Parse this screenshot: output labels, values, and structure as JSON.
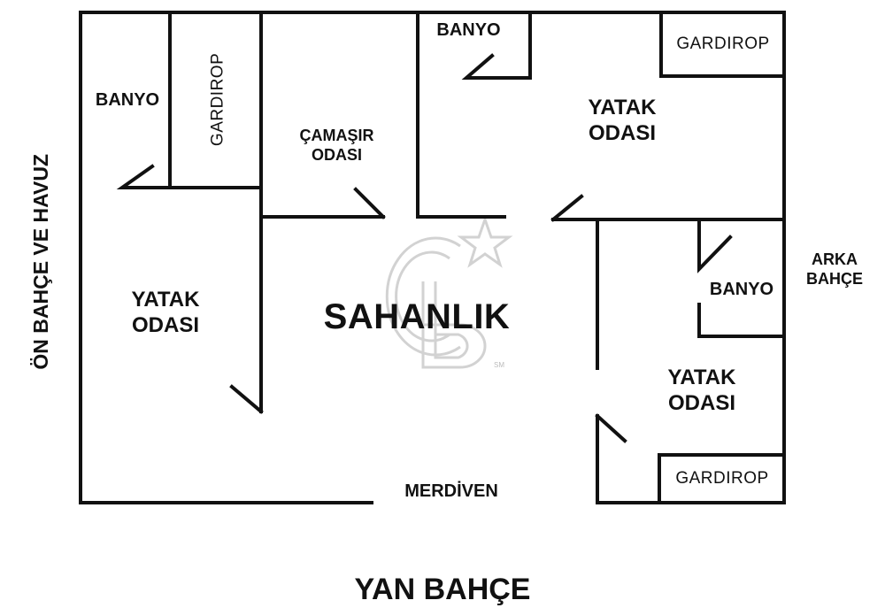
{
  "rooms": {
    "banyo_left": "BANYO",
    "gardirop_left": "GARDIROP",
    "camasir": [
      "ÇAMAŞIR",
      "ODASI"
    ],
    "banyo_top": "BANYO",
    "gardirop_top_right": "GARDIROP",
    "yatak_top_right": [
      "YATAK",
      "ODASI"
    ],
    "yatak_left": [
      "YATAK",
      "ODASI"
    ],
    "sahanlik": "SAHANLIK",
    "banyo_right": "BANYO",
    "yatak_bottom_right": [
      "YATAK",
      "ODASI"
    ],
    "gardirop_bottom_right": "GARDIROP",
    "merdiven": "MERDİVEN"
  },
  "surroundings": {
    "left_side": "ÖN BAHÇE VE HAVUZ",
    "right_side": [
      "ARKA",
      "BAHÇE"
    ],
    "bottom_side": "YAN BAHÇE"
  },
  "watermark": {
    "mark": "CB",
    "suffix": "SM"
  },
  "colors": {
    "wall": "#111111",
    "watermark": "#d6d6d6"
  }
}
